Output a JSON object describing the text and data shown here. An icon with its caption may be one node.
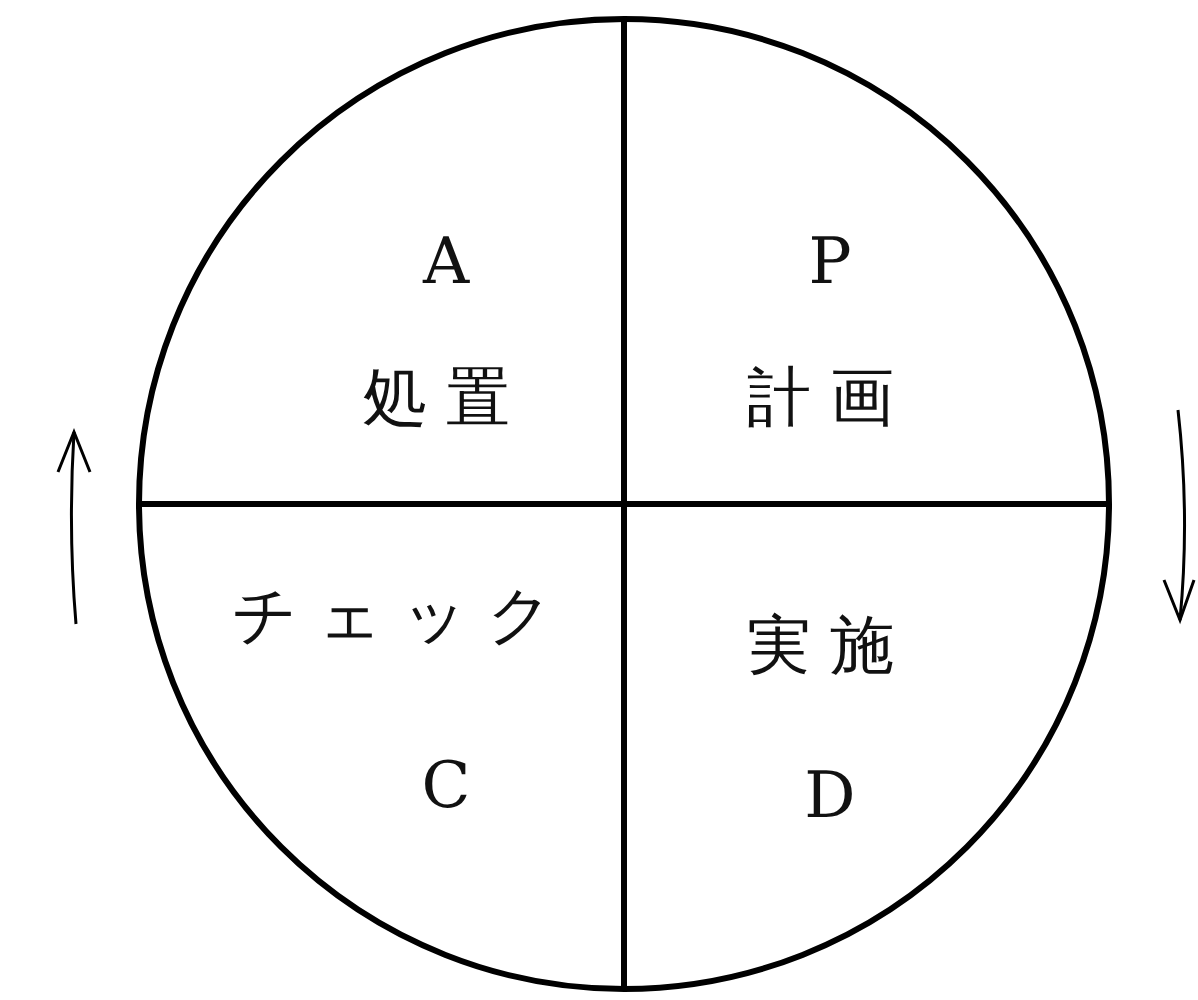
{
  "diagram": {
    "nodes": [
      {
        "text": [],
        "shape": "circle"
      },
      {
        "text": [
          "A",
          "処置"
        ],
        "in": 0
      },
      {
        "text": [
          "P",
          "計画"
        ],
        "in": 0
      },
      {
        "text": [
          "チェック",
          "C"
        ],
        "in": 0
      },
      {
        "text": [
          "実施",
          "D"
        ],
        "in": 0
      }
    ]
  }
}
